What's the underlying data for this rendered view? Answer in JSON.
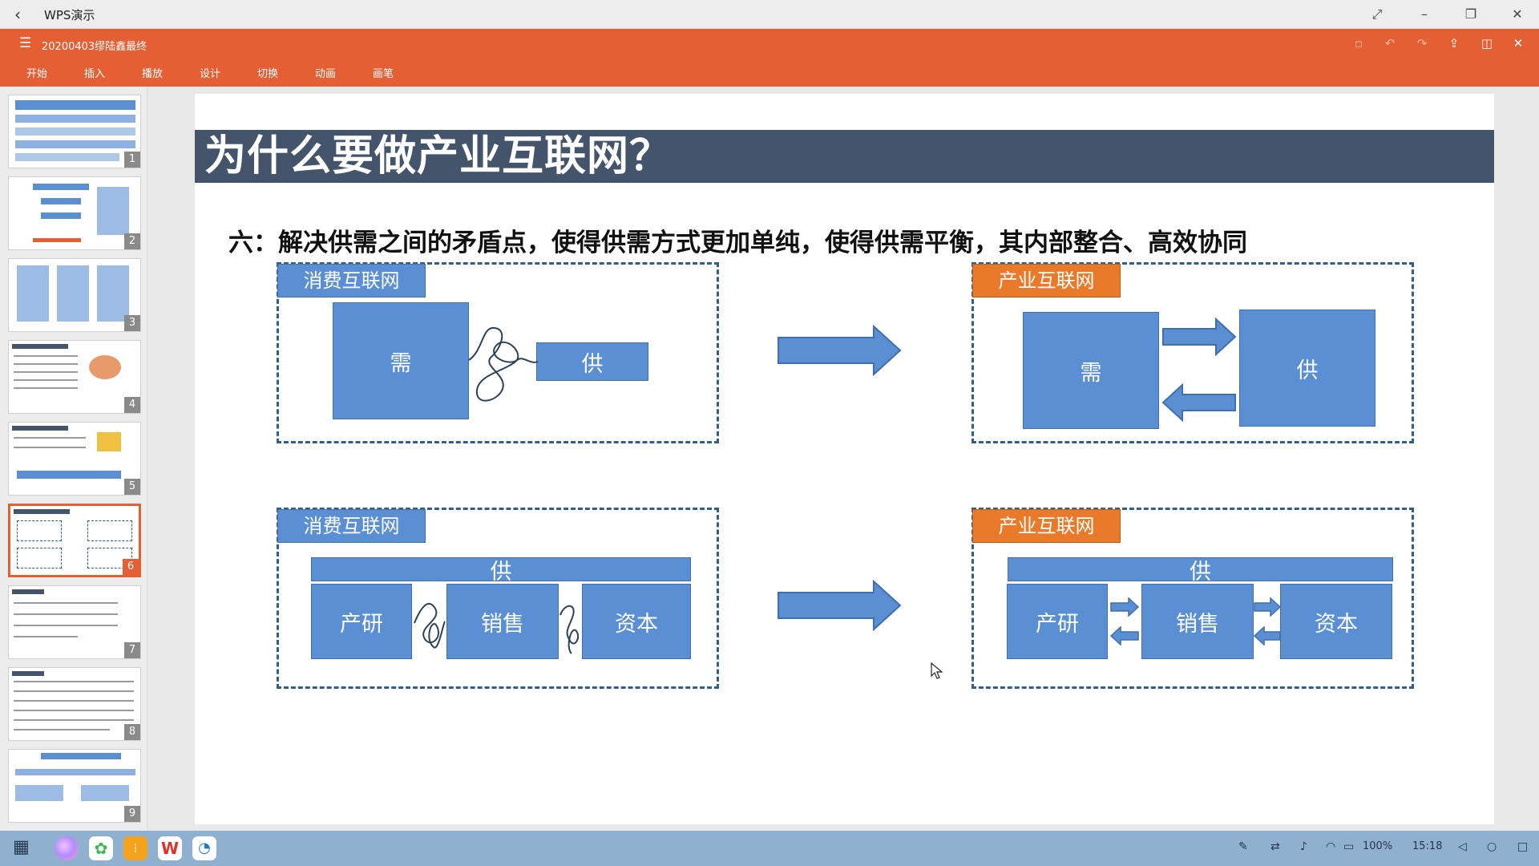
{
  "window": {
    "title": "WPS演示"
  },
  "document": {
    "name": "20200403缪陆鑫最终"
  },
  "tabs": [
    "开始",
    "插入",
    "播放",
    "设计",
    "切换",
    "动画",
    "画笔"
  ],
  "thumbnails": [
    {
      "num": "1"
    },
    {
      "num": "2"
    },
    {
      "num": "3"
    },
    {
      "num": "4"
    },
    {
      "num": "5"
    },
    {
      "num": "6",
      "selected": true
    },
    {
      "num": "7"
    },
    {
      "num": "8"
    },
    {
      "num": "9"
    }
  ],
  "slide": {
    "title": "为什么要做产业互联网？",
    "subtitle": "六：解决供需之间的矛盾点，使得供需方式更加单纯，使得供需平衡，其内部整合、高效协同",
    "panels": {
      "top_left": {
        "label": "消费互联网",
        "demand": "需",
        "supply": "供"
      },
      "top_right": {
        "label": "产业互联网",
        "demand": "需",
        "supply": "供"
      },
      "bottom_left": {
        "label": "消费互联网",
        "supply_bar": "供",
        "boxes": [
          "产研",
          "销售",
          "资本"
        ]
      },
      "bottom_right": {
        "label": "产业互联网",
        "supply_bar": "供",
        "boxes": [
          "产研",
          "销售",
          "资本"
        ]
      }
    }
  },
  "taskbar": {
    "battery": "100%",
    "time": "15:18"
  },
  "colors": {
    "accent": "#e45f33",
    "title_band": "#44546a",
    "box_blue": "#5b8fd4",
    "label_orange": "#e97a2a",
    "dash_blue": "#2f5f8c"
  }
}
